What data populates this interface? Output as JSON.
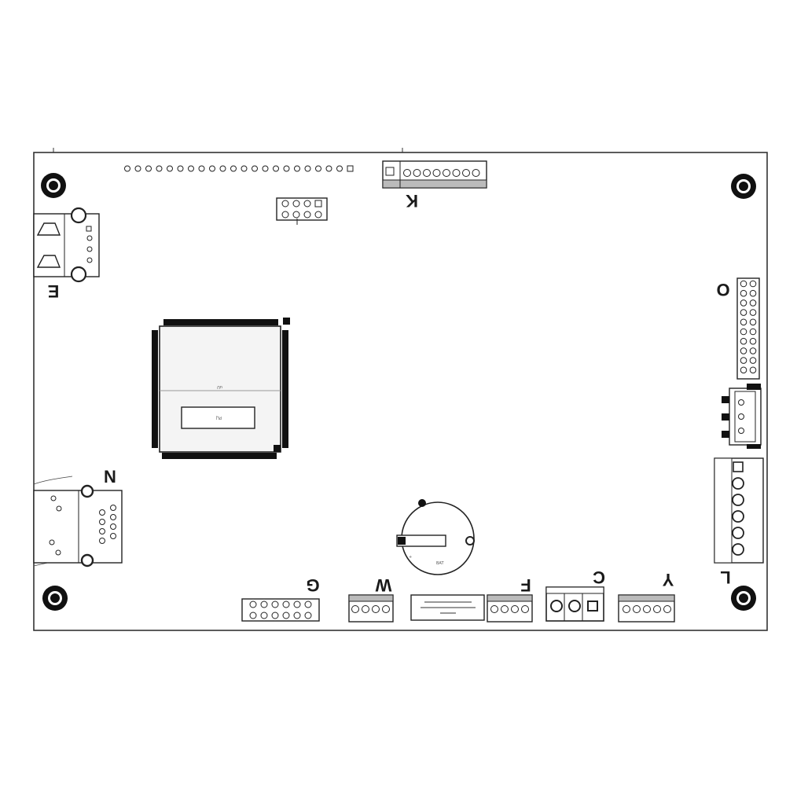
{
  "diagram": {
    "connector_labels": {
      "K": "K",
      "E": "E",
      "O": "O",
      "N": "N",
      "G": "G",
      "W": "W",
      "F": "F",
      "C": "C",
      "Y": "Y",
      "L": "L"
    },
    "colors": {
      "board_outline": "#333333",
      "ink": "#1a1a1a",
      "chip_fill": "#f4f4f4"
    }
  }
}
